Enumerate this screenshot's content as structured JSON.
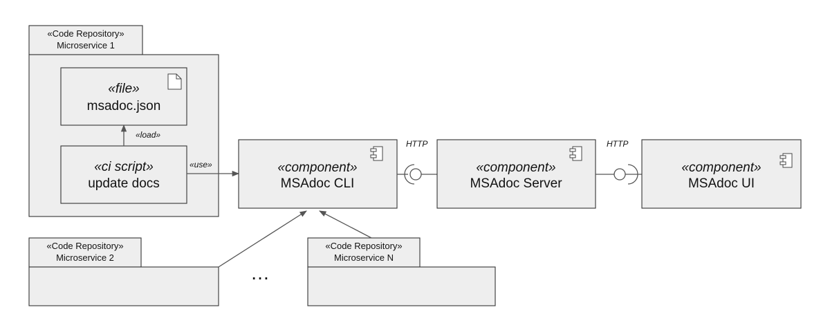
{
  "repo1": {
    "stereotype": "«Code Repository»",
    "name": "Microservice 1"
  },
  "file": {
    "stereotype": "«file»",
    "name": "msadoc.json"
  },
  "script": {
    "stereotype": "«ci script»",
    "name": "update docs"
  },
  "repo2": {
    "stereotype": "«Code Repository»",
    "name": "Microservice 2"
  },
  "repoN": {
    "stereotype": "«Code Repository»",
    "name": "Microservice N"
  },
  "ellipsis": "…",
  "cli": {
    "stereotype": "«component»",
    "name": "MSAdoc CLI"
  },
  "server": {
    "stereotype": "«component»",
    "name": "MSAdoc Server"
  },
  "ui": {
    "stereotype": "«component»",
    "name": "MSAdoc UI"
  },
  "labels": {
    "load": "«load»",
    "use": "«use»",
    "http1": "HTTP",
    "http2": "HTTP"
  }
}
